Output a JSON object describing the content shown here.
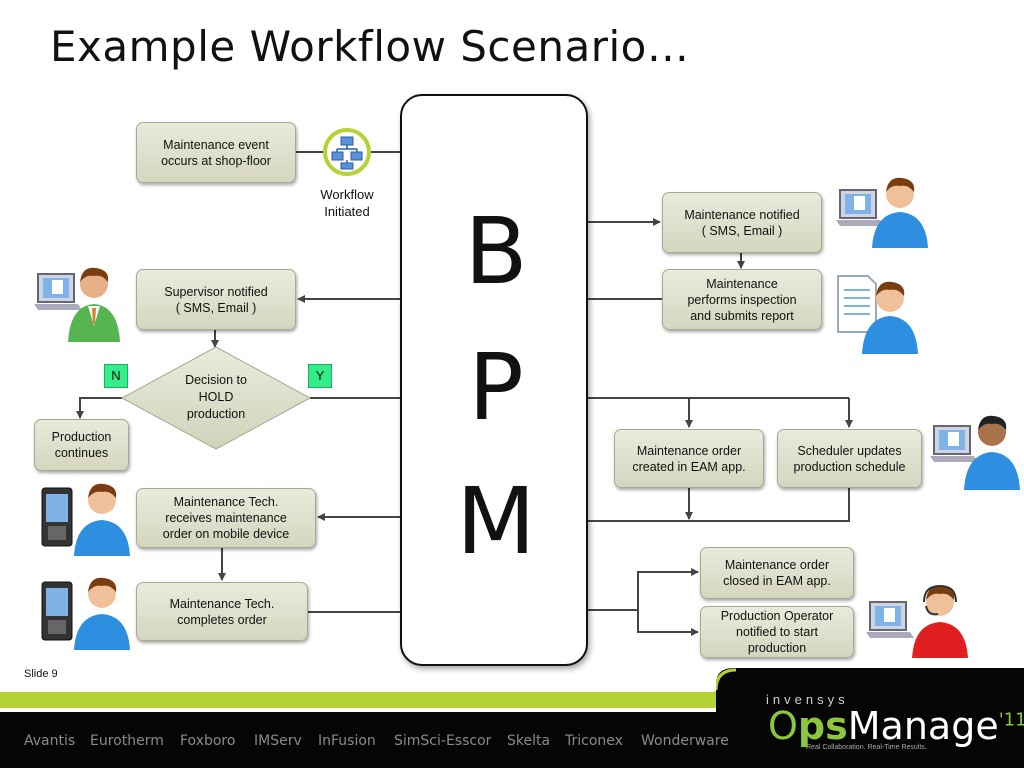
{
  "title": "Example Workflow Scenario…",
  "bpm_letters": [
    "B",
    "P",
    "M"
  ],
  "boxes": {
    "event": "Maintenance  event\noccurs at shop-floor",
    "supervisor": "Supervisor notified\n( SMS, Email )",
    "decision": "Decision to\nHOLD\nproduction",
    "continues": "Production\ncontinues",
    "tech_receives": "Maintenance  Tech.\nreceives maintenance\norder on mobile device",
    "tech_completes": "Maintenance Tech.\ncompletes order",
    "notified": "Maintenance  notified\n( SMS, Email )",
    "inspection": "Maintenance\nperforms inspection\nand submits report",
    "order_created": "Maintenance  order\ncreated in EAM app.",
    "scheduler": "Scheduler updates\nproduction schedule",
    "order_closed": "Maintenance  order\nclosed in EAM app.",
    "operator": "Production Operator\nnotified to start\nproduction"
  },
  "tags": {
    "no": "N",
    "yes": "Y"
  },
  "workflow_label": "Workflow\nInitiated",
  "slide_label": "Slide 9",
  "footer": {
    "brands": [
      "Avantis",
      "Eurotherm",
      "Foxboro",
      "IMServ",
      "InFusion",
      "SimSci-Esscor",
      "Skelta",
      "Triconex",
      "Wonderware"
    ],
    "company": "invensys",
    "product_o": "O",
    "product_ps": "ps",
    "product_rest": "Manage",
    "product_year": "'11",
    "tagline": "Real Collaboration. Real-Time Results."
  },
  "colors": {
    "box_fill": "#dcddc8",
    "tag_green": "#33ee88",
    "footer_green": "#b5d334",
    "footer_black": "#050505"
  }
}
